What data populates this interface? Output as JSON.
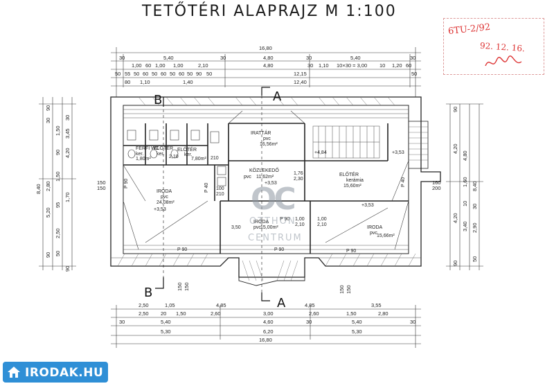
{
  "title": "TETŐTÉRI  ALAPRAJZ    M 1:100",
  "stamp": {
    "line1": "6TU-2/92",
    "line2": "92. 12. 16.",
    "signature": "signature"
  },
  "watermark": {
    "logo": "OC",
    "line1": "OTTHON",
    "line2": "CENTRUM"
  },
  "badge": {
    "text": "IRODAK.HU",
    "icon": "house-icon"
  },
  "sections": {
    "a": "A",
    "b": "B"
  },
  "top_dims": {
    "overall": "16,80",
    "row1": [
      "30",
      "5,40",
      "30",
      "4,80",
      "30",
      "5,40",
      "30"
    ],
    "row2": [
      "1,00",
      "60",
      "1,00",
      "1,00",
      "2,10",
      "4,80",
      "30",
      "1,10",
      "10×30 = 3,00",
      "10",
      "1,20",
      "60"
    ],
    "row3": [
      "50",
      "55",
      "50",
      "60",
      "50",
      "60",
      "50",
      "60",
      "50",
      "90",
      "50",
      "12,15",
      "50"
    ],
    "row4": [
      "80",
      "1,10",
      "1,40",
      "12,40"
    ]
  },
  "bottom_dims": {
    "row1": [
      "2,50",
      "1,05",
      "4,85",
      "4,85",
      "3,55"
    ],
    "row2": [
      "2,50",
      "20",
      "1,50",
      "2,60",
      "3,00",
      "2,60",
      "1,50",
      "2,80"
    ],
    "row3": [
      "30",
      "5,40",
      "4,60",
      "30",
      "5,40",
      "30"
    ],
    "row4": [
      "5,30",
      "6,20",
      "5,30"
    ],
    "overall": "16,80"
  },
  "left_dims": [
    "90",
    "30",
    "1,50",
    "90",
    "2,80",
    "1,50",
    "95",
    "5,20",
    "2,50",
    "90",
    "90",
    "8,40",
    "3,45",
    "4,20",
    "1,70",
    "30",
    "50"
  ],
  "right_dims": [
    "90",
    "4,20",
    "4,80",
    "1,60",
    "8,40",
    "3,40",
    "4,20",
    "2,90",
    "90",
    "30",
    "10",
    "50"
  ],
  "rooms": [
    {
      "name": "IRATTÁR",
      "floor": "pvc",
      "area": "16,56m²"
    },
    {
      "name": "KÖZLEKEDŐ",
      "floor": "pvc",
      "area": "11,62m²"
    },
    {
      "name": "ELŐTÉR",
      "floor": "kerámia",
      "area": "15,60m²"
    },
    {
      "name": "IRODA",
      "floor": "pvc",
      "area": "24,08m²"
    },
    {
      "name": "IRODA",
      "floor": "pvc",
      "area": "15,00m²"
    },
    {
      "name": "IRODA",
      "floor": "pvc",
      "area": "15,66m²"
    },
    {
      "name": "ELŐTÉR",
      "floor": "ker.",
      "area": "7,80m²"
    },
    {
      "name": "FÉRFI WC",
      "floor": "ker.",
      "area": "1,80m²"
    },
    {
      "name": "ELŐTÉR",
      "floor": "ker.",
      "area": ""
    }
  ],
  "heights": [
    "+3,53",
    "+3,53",
    "+3,53",
    "+4,84",
    "+3,53"
  ],
  "parapets": [
    "P 90",
    "P 90",
    "P 90",
    "P 90",
    "P 90",
    "P 40",
    "P 40"
  ],
  "openings": [
    "150",
    "150",
    "150",
    "200",
    "160",
    "150",
    "150",
    "150",
    "150",
    "1,76",
    "2,30",
    "3,50",
    "1,00",
    "2,10",
    "1,00",
    "2,10",
    "2,10",
    "210",
    "100",
    "210"
  ]
}
